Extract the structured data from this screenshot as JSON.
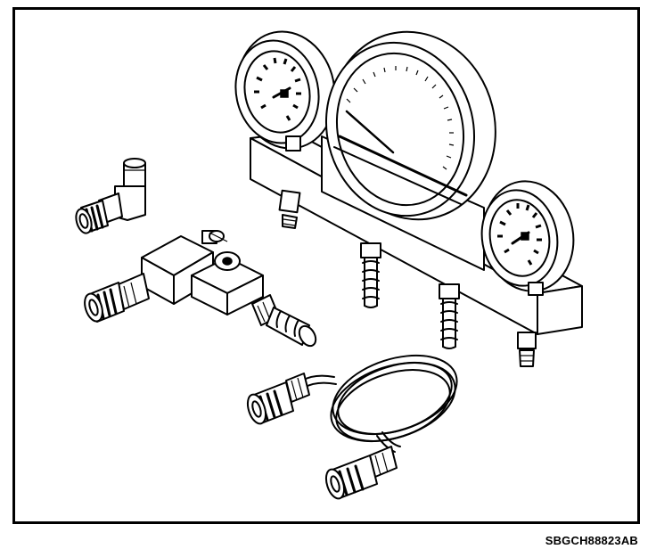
{
  "figure": {
    "code": "SBGCH88823AB"
  },
  "components": [
    "gauge-manifold",
    "left-pressure-gauge",
    "center-large-gauge",
    "right-pressure-gauge",
    "elbow-adapter",
    "tee-valve-adapter",
    "coiled-hose"
  ]
}
